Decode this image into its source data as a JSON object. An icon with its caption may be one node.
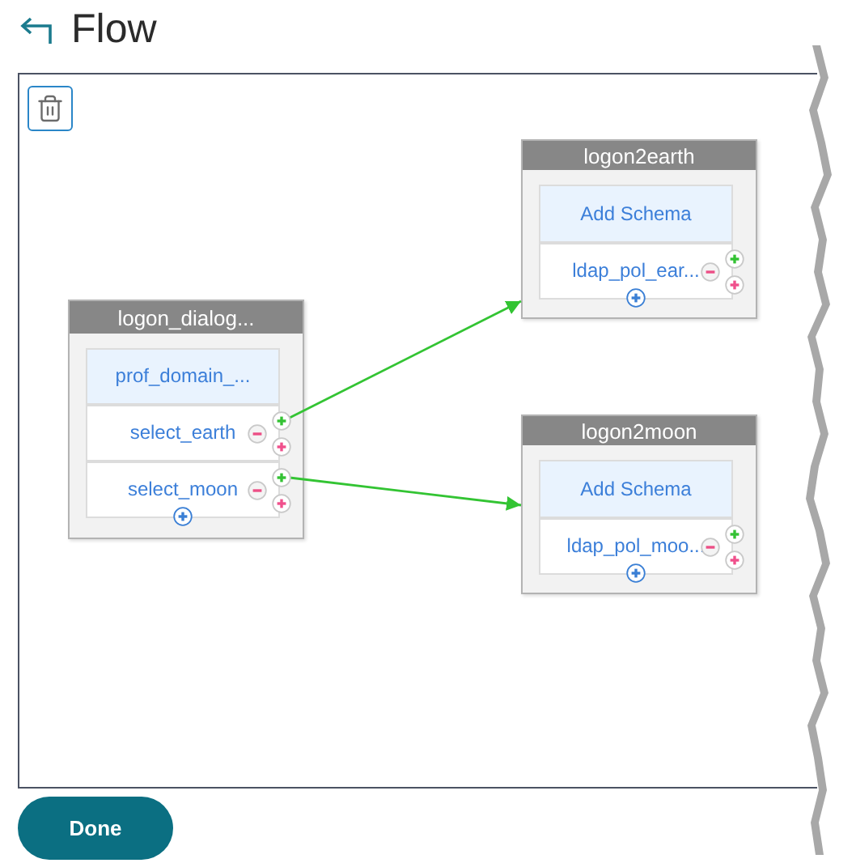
{
  "diagram": {
    "title": "Flow",
    "nodes": [
      {
        "text": [
          "logon_dialog..."
        ]
      },
      {
        "text": [
          "prof_domain_..."
        ],
        "in": 0
      },
      {
        "text": [
          "select_earth"
        ],
        "in": 0
      },
      {
        "text": [
          "select_moon"
        ],
        "in": 0
      },
      {
        "text": [
          "logon2earth"
        ]
      },
      {
        "text": [
          "Add Schema"
        ],
        "in": 4
      },
      {
        "text": [
          "ldap_pol_ear..."
        ],
        "in": 4
      },
      {
        "text": [
          "logon2moon"
        ]
      },
      {
        "text": [
          "Add Schema"
        ],
        "in": 7
      },
      {
        "text": [
          "ldap_pol_moo..."
        ],
        "in": 7
      }
    ],
    "edges": [
      {
        "from": 2,
        "to": 4,
        "arrow": "to"
      },
      {
        "from": 3,
        "to": 7,
        "arrow": "to"
      }
    ],
    "labels": [
      "Done"
    ]
  }
}
